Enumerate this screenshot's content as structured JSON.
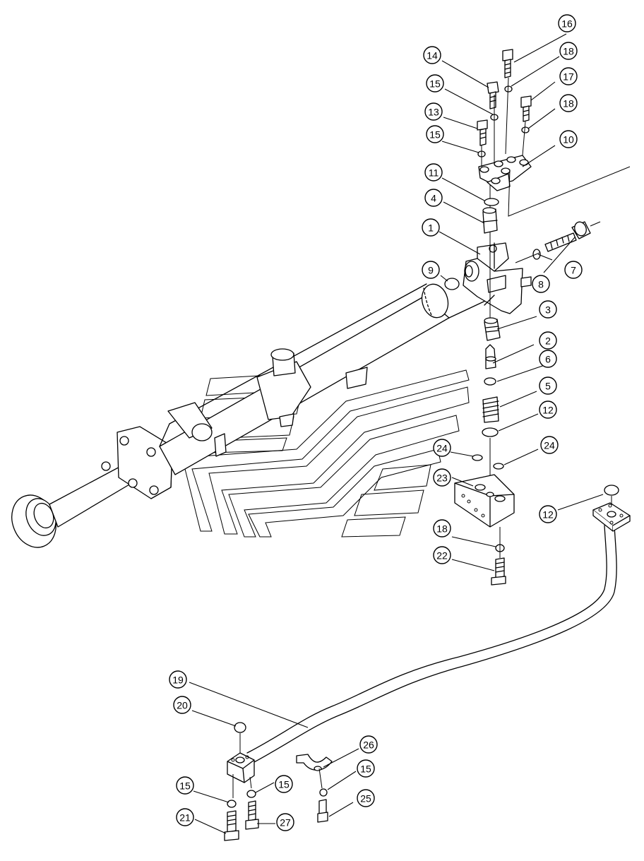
{
  "callouts": [
    {
      "id": "c16",
      "label": "16"
    },
    {
      "id": "c18a",
      "label": "18"
    },
    {
      "id": "c14",
      "label": "14"
    },
    {
      "id": "c17",
      "label": "17"
    },
    {
      "id": "c15a",
      "label": "15"
    },
    {
      "id": "c18b",
      "label": "18"
    },
    {
      "id": "c13",
      "label": "13"
    },
    {
      "id": "c10",
      "label": "10"
    },
    {
      "id": "c15b",
      "label": "15"
    },
    {
      "id": "c11",
      "label": "11"
    },
    {
      "id": "c4",
      "label": "4"
    },
    {
      "id": "c1",
      "label": "1"
    },
    {
      "id": "c7",
      "label": "7"
    },
    {
      "id": "c9",
      "label": "9"
    },
    {
      "id": "c8",
      "label": "8"
    },
    {
      "id": "c3",
      "label": "3"
    },
    {
      "id": "c2",
      "label": "2"
    },
    {
      "id": "c6",
      "label": "6"
    },
    {
      "id": "c5",
      "label": "5"
    },
    {
      "id": "c12a",
      "label": "12"
    },
    {
      "id": "c24a",
      "label": "24"
    },
    {
      "id": "c24b",
      "label": "24"
    },
    {
      "id": "c23",
      "label": "23"
    },
    {
      "id": "c12b",
      "label": "12"
    },
    {
      "id": "c18c",
      "label": "18"
    },
    {
      "id": "c22",
      "label": "22"
    },
    {
      "id": "c19",
      "label": "19"
    },
    {
      "id": "c20",
      "label": "20"
    },
    {
      "id": "c26",
      "label": "26"
    },
    {
      "id": "c15c",
      "label": "15"
    },
    {
      "id": "c15d",
      "label": "15"
    },
    {
      "id": "c15e",
      "label": "15"
    },
    {
      "id": "c25",
      "label": "25"
    },
    {
      "id": "c21",
      "label": "21"
    },
    {
      "id": "c27",
      "label": "27"
    }
  ]
}
